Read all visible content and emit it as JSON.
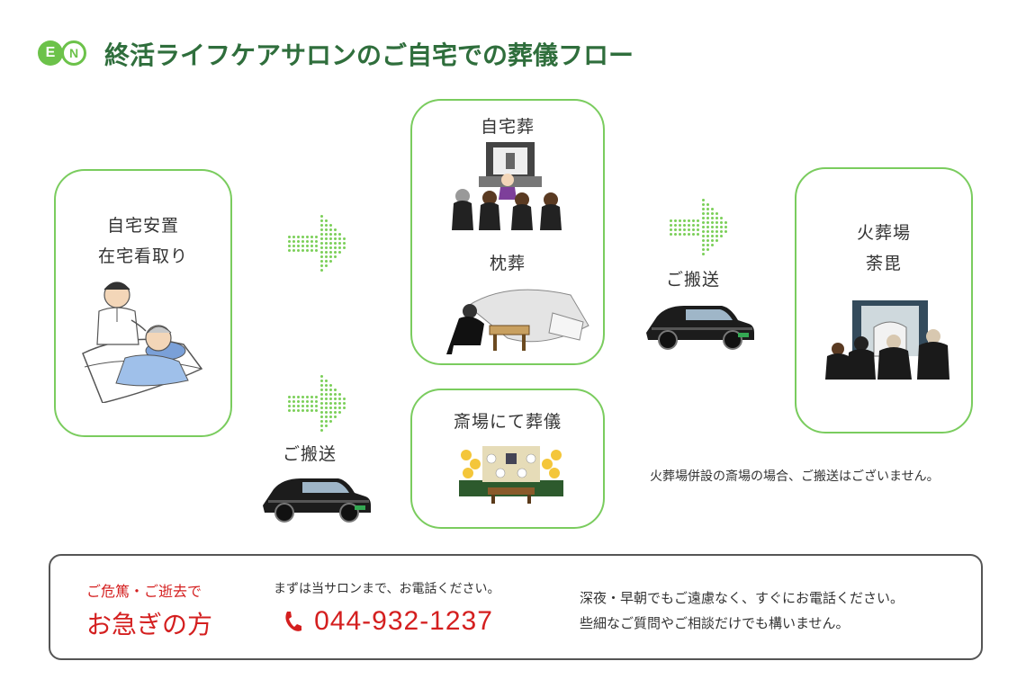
{
  "header": {
    "logo_letters": [
      "E",
      "N"
    ],
    "title": "終活ライフケアサロンのご自宅での葬儀フロー"
  },
  "steps": {
    "home": {
      "lines": [
        "自宅安置",
        "在宅看取り"
      ]
    },
    "home_funeral": {
      "label": "自宅葬"
    },
    "pillow_funeral": {
      "label": "枕葬"
    },
    "hall_funeral": {
      "label": "斎場にて葬儀"
    },
    "crematorium": {
      "lines": [
        "火葬場",
        "荼毘"
      ]
    }
  },
  "transfer_left": "ご搬送",
  "transfer_right": "ご搬送",
  "note": "火葬場併設の斎場の場合、ご搬送はございません。",
  "contact": {
    "urgent_sub": "ご危篤・ご逝去で",
    "urgent_main": "お急ぎの方",
    "call_lead": "まずは当サロンまで、お電話ください。",
    "phone": "044-932-1237",
    "hours_line1": "深夜・早朝でもご遠慮なく、すぐにお電話ください。",
    "hours_line2": "些細なご質問やご相談だけでも構いません。"
  },
  "colors": {
    "green": "#7acc5e",
    "title_green": "#2f6e3c",
    "red": "#d41f1f"
  }
}
